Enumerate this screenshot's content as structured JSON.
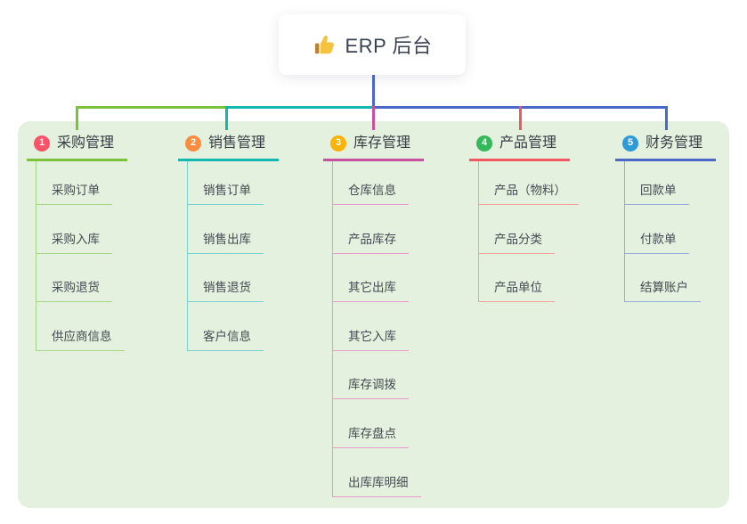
{
  "root": {
    "label": "ERP 后台",
    "icon": "thumbs-up-icon"
  },
  "canvas": {
    "background": "#e3f1de",
    "page_background": "#ffffff"
  },
  "branches": [
    {
      "index": "1",
      "title": "采购管理",
      "badge_color": "#fa5369",
      "color": "#7cc23c",
      "light_color": "#a8d585",
      "children": [
        "采购订单",
        "采购入库",
        "采购退货",
        "供应商信息"
      ]
    },
    {
      "index": "2",
      "title": "销售管理",
      "badge_color": "#fb8d42",
      "color": "#13b7ad",
      "light_color": "#76d2ca",
      "children": [
        "销售订单",
        "销售出库",
        "销售退货",
        "客户信息"
      ]
    },
    {
      "index": "3",
      "title": "库存管理",
      "badge_color": "#fcb306",
      "color": "#c9509f",
      "light_color": "#e59cc7",
      "children": [
        "仓库信息",
        "产品库存",
        "其它出库",
        "其它入库",
        "库存调拨",
        "库存盘点",
        "出库库明细"
      ]
    },
    {
      "index": "4",
      "title": "产品管理",
      "badge_color": "#33b95a",
      "color": "#f25762",
      "light_color": "#f6a29c",
      "children": [
        "产品（物料）",
        "产品分类",
        "产品单位"
      ]
    },
    {
      "index": "5",
      "title": "财务管理",
      "badge_color": "#2f9ad8",
      "color": "#4b68c8",
      "light_color": "#97a8dc",
      "children": [
        "回款单",
        "付款单",
        "结算账户"
      ]
    }
  ]
}
